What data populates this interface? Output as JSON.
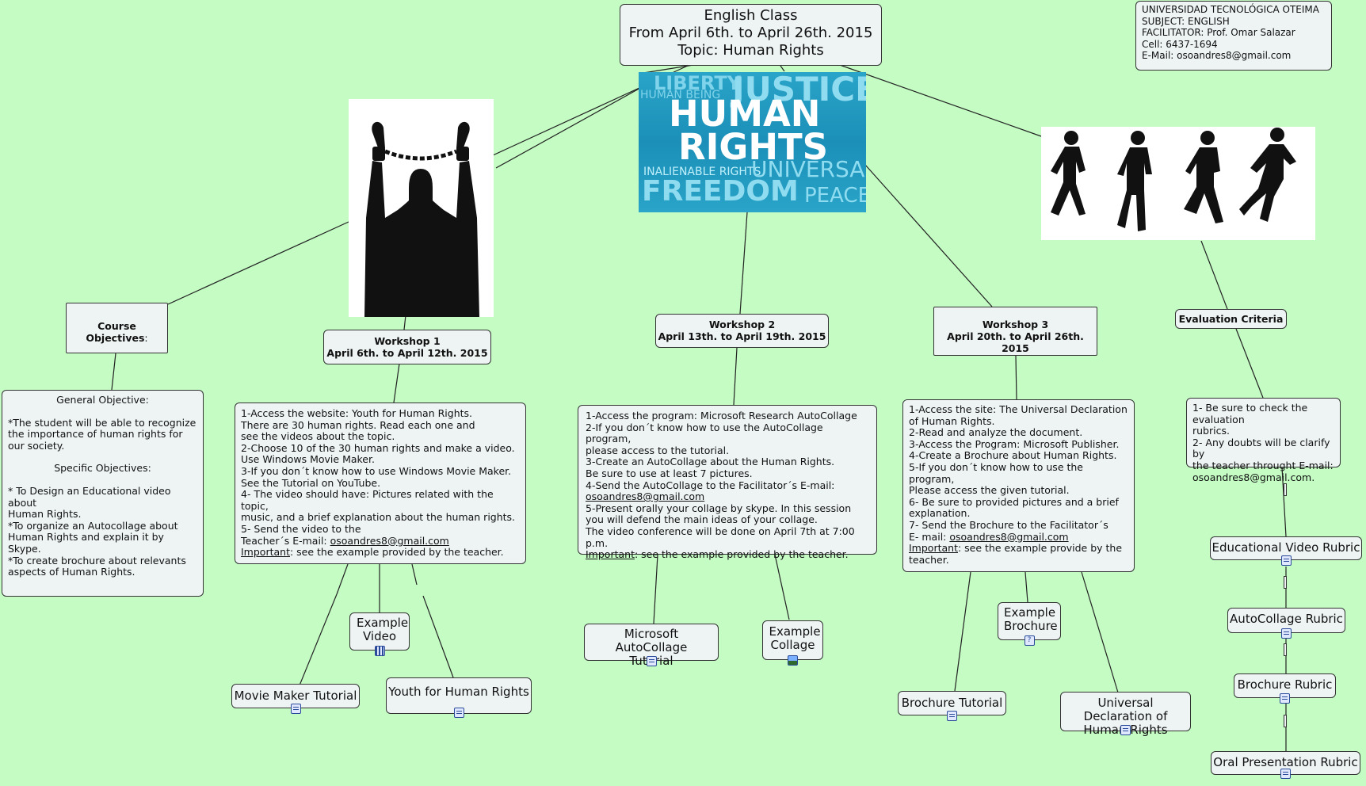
{
  "title": {
    "lines": [
      "English Class",
      "From April 6th. to April 26th. 2015",
      "Topic: Human Rights"
    ]
  },
  "university": {
    "lines": [
      "UNIVERSIDAD TECNOLÓGICA OTEIMA",
      "SUBJECT: ENGLISH",
      "FACILITATOR: Prof. Omar Salazar",
      "Cell: 6437-1694",
      "E-Mail: osoandres8@gmail.com"
    ]
  },
  "hero_image": {
    "words": [
      "LIBERTY",
      "HUMAN BEING",
      "JUSTICE",
      "HUMAN",
      "RIGHTS",
      "INALIENABLE RIGHTS",
      "UNIVERSAL",
      "FREEDOM",
      "PEACE"
    ]
  },
  "course_objectives": {
    "label": "Course Objectives",
    "suffix": ":",
    "general_title": "General Objective:",
    "general_text": "*The student will be able to recognize\nthe importance of human rights for\nour society.",
    "specific_title": "Specific Objectives:",
    "specific_text": "* To Design an Educational video about\nHuman Rights.\n*To organize an Autocollage about\nHuman Rights and explain it by\nSkype.\n*To create brochure about relevants\naspects of Human Rights."
  },
  "workshop1": {
    "title": "Workshop 1",
    "dates": "April 6th. to April 12th. 2015",
    "lines": [
      "1-Access the website: Youth for Human Rights.",
      "There are 30 human rights. Read each one and",
      "see the videos about the topic.",
      "2-Choose 10 of the 30 human rights and make a video.",
      " Use Windows Movie Maker.",
      "3-If you don´t know how to use Windows Movie Maker.",
      " See the Tutorial on YouTube.",
      "4- The video should have: Pictures related with the topic,",
      "music, and a brief explanation about the human rights.",
      "5- Send the video to the",
      " Teacher´s E-mail: "
    ],
    "email": "osoandres8@gmail.com",
    "important_label": "Important",
    "important_text": ": see the example provided by the teacher.",
    "resources": [
      "Example Video",
      "Movie Maker Tutorial",
      "Youth for Human Rights"
    ]
  },
  "workshop2": {
    "title": "Workshop 2",
    "dates": "April 13th. to April 19th. 2015",
    "lines_before": [
      "1-Access the program: Microsoft Research AutoCollage",
      "2-If you don´t know how to use the AutoCollage program,",
      " please access to the tutorial.",
      "3-Create an AutoCollage about the Human Rights.",
      " Be sure to use at least 7 pictures.",
      "4-Send the AutoCollage to the Facilitator´s E-mail:"
    ],
    "email": "osoandres8@gmail.com",
    "lines_after": [
      "5-Present orally your collage by skype. In this session",
      "you will defend the main ideas of your collage.",
      "The video conference will be done on April 7th at 7:00 p.m."
    ],
    "important_label": "Important",
    "important_text": ": see the example provided by the teacher.",
    "resources": [
      "Microsoft AutoCollage Tutorial",
      "Example Collage"
    ]
  },
  "workshop3": {
    "title": "Workshop 3",
    "dates": "April 20th. to April 26th. 2015",
    "lines": [
      "1-Access the site: The Universal Declaration",
      "of Human Rights.",
      "2-Read and analyze the document.",
      "3-Access the Program: Microsoft Publisher.",
      "4-Create a Brochure about Human Rights.",
      "5-If you don´t know how to use the program,",
      "Please access the given tutorial.",
      "6- Be sure to provided pictures and a brief",
      "explanation.",
      "7- Send the Brochure to the Facilitator´s",
      "E- mail: "
    ],
    "email": "osoandres8@gmail.com",
    "important_label": "Important",
    "important_text": ": see the example provide by the",
    "important_text2": "teacher.",
    "resources": [
      "Example Brochure",
      "Brochure Tutorial",
      "Universal Declaration of Human Rights"
    ]
  },
  "evaluation": {
    "title": "Evaluation Criteria",
    "lines": [
      "1- Be sure to check the evaluation",
      "rubrics.",
      "2- Any doubts will be clarify by",
      "the teacher throught E-mail:",
      "osoandres8@gmail.com."
    ],
    "rubrics": [
      "Educational Video Rubric",
      "AutoCollage Rubric",
      "Brochure Rubric",
      "Oral Presentation Rubric"
    ]
  }
}
